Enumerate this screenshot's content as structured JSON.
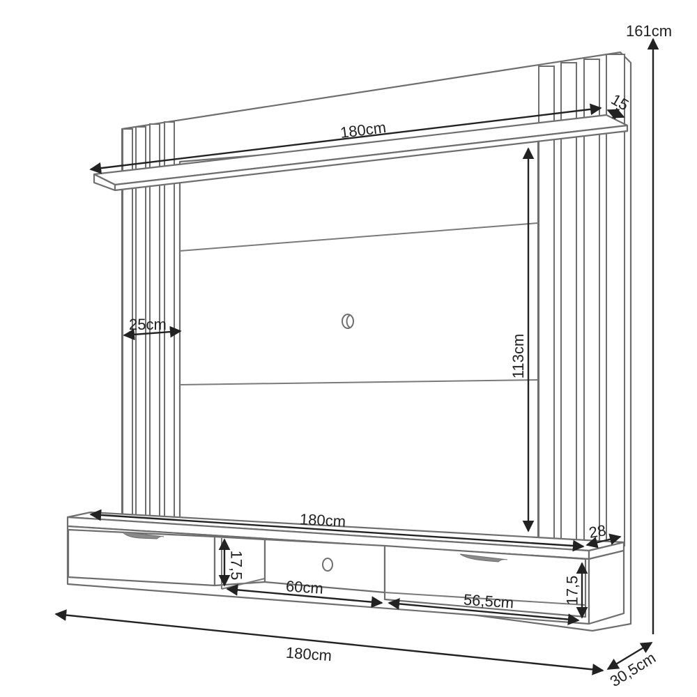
{
  "diagram": {
    "subject": "Wall-mounted TV panel with top shelf and drawer console",
    "stroke_color": "#6e6e6e",
    "dimension_color": "#222222",
    "dimensions": {
      "total_height": "161cm",
      "top_shelf_width": "180cm",
      "top_shelf_depth": "15",
      "side_slat_width": "25cm",
      "panel_height": "113cm",
      "console_top_width": "180cm",
      "console_depth_top": "28",
      "niche_height": "17,5",
      "niche_width": "60cm",
      "drawer_width": "56,5cm",
      "drawer_height": "17,5",
      "overall_width": "180cm",
      "overall_depth": "30,5cm"
    }
  }
}
